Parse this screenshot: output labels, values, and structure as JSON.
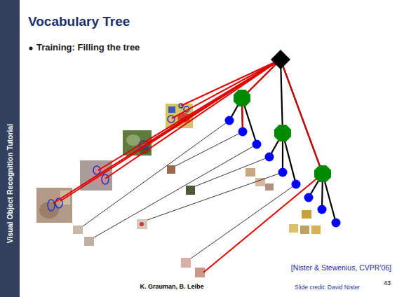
{
  "diagram": {
    "title": "Vocabulary Tree",
    "labels": [
      "Training: Filling the tree",
      "Visual Object Recognition Tutorial",
      "K. Grauman, B. Leibe",
      "[Nister & Stewenius, CVPR'06]",
      "Slide credit: David Nister",
      "43"
    ]
  }
}
